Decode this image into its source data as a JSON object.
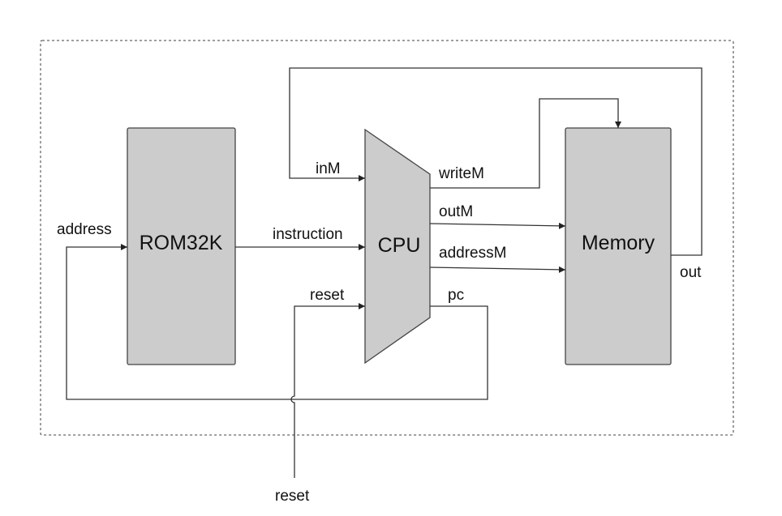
{
  "colors": {
    "block_fill": "#cccccc",
    "block_stroke": "#444444",
    "wire": "#333333",
    "border": "#666666"
  },
  "blocks": {
    "rom": "ROM32K",
    "cpu": "CPU",
    "memory": "Memory"
  },
  "signals": {
    "address": "address",
    "instruction": "instruction",
    "inM": "inM",
    "reset_in": "reset",
    "writeM": "writeM",
    "outM": "outM",
    "addressM": "addressM",
    "pc": "pc",
    "out": "out",
    "reset_external": "reset"
  }
}
